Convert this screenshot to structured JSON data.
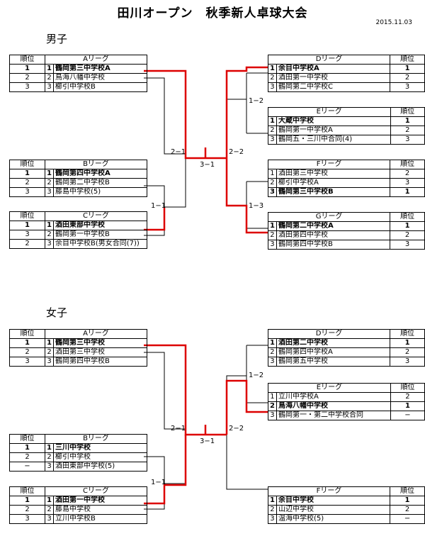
{
  "title": "田川オープン　秋季新人卓球大会",
  "date": "2015.11.03",
  "rank_header": "順位",
  "sections": [
    {
      "label": "男子",
      "scores": [
        "2−1",
        "3−1",
        "2−2",
        "1−2",
        "1−1",
        "1−3"
      ],
      "leagues": [
        {
          "name": "Aリーグ",
          "rows": [
            {
              "rank": "1",
              "no": "1",
              "team": "鶴岡第三中学校A"
            },
            {
              "rank": "2",
              "no": "2",
              "team": "鳥海八幡中学校"
            },
            {
              "rank": "3",
              "no": "3",
              "team": "櫛引中学校B"
            }
          ]
        },
        {
          "name": "Bリーグ",
          "rows": [
            {
              "rank": "1",
              "no": "1",
              "team": "鶴岡第四中学校A"
            },
            {
              "rank": "2",
              "no": "2",
              "team": "鶴岡第二中学校B"
            },
            {
              "rank": "3",
              "no": "3",
              "team": "藤島中学校(5)"
            }
          ]
        },
        {
          "name": "Cリーグ",
          "rows": [
            {
              "rank": "1",
              "no": "1",
              "team": "酒田東部中学校"
            },
            {
              "rank": "3",
              "no": "2",
              "team": "鶴岡第一中学校B"
            },
            {
              "rank": "2",
              "no": "3",
              "team": "余目中学校B(男女合同(7))"
            }
          ]
        },
        {
          "name": "Dリーグ",
          "rows": [
            {
              "rank": "1",
              "no": "1",
              "team": "余目中学校A"
            },
            {
              "rank": "2",
              "no": "2",
              "team": "酒田第一中学校"
            },
            {
              "rank": "3",
              "no": "3",
              "team": "鶴岡第二中学校C"
            }
          ]
        },
        {
          "name": "Eリーグ",
          "rows": [
            {
              "rank": "1",
              "no": "1",
              "team": "大蔵中学校"
            },
            {
              "rank": "2",
              "no": "2",
              "team": "鶴岡第一中学校A"
            },
            {
              "rank": "3",
              "no": "3",
              "team": "鶴岡五・三川中合同(4)"
            }
          ]
        },
        {
          "name": "Fリーグ",
          "rows": [
            {
              "rank": "2",
              "no": "1",
              "team": "酒田第三中学校"
            },
            {
              "rank": "3",
              "no": "2",
              "team": "櫛引中学校A"
            },
            {
              "rank": "1",
              "no": "3",
              "team": "鶴岡第三中学校B"
            }
          ]
        },
        {
          "name": "Gリーグ",
          "rows": [
            {
              "rank": "1",
              "no": "1",
              "team": "鶴岡第二中学校A"
            },
            {
              "rank": "2",
              "no": "2",
              "team": "酒田第四中学校"
            },
            {
              "rank": "3",
              "no": "3",
              "team": "鶴岡第四中学校B"
            }
          ]
        }
      ]
    },
    {
      "label": "女子",
      "scores": [
        "2−1",
        "3−1",
        "2−2",
        "1−2",
        "1−1"
      ],
      "leagues": [
        {
          "name": "Aリーグ",
          "rows": [
            {
              "rank": "1",
              "no": "1",
              "team": "鶴岡第三中学校"
            },
            {
              "rank": "2",
              "no": "2",
              "team": "酒田第三中学校"
            },
            {
              "rank": "3",
              "no": "3",
              "team": "鶴岡第四中学校B"
            }
          ]
        },
        {
          "name": "Bリーグ",
          "rows": [
            {
              "rank": "1",
              "no": "1",
              "team": "三川中学校"
            },
            {
              "rank": "2",
              "no": "2",
              "team": "櫛引中学校"
            },
            {
              "rank": "−",
              "no": "3",
              "team": "酒田東部中学校(5)"
            }
          ]
        },
        {
          "name": "Cリーグ",
          "rows": [
            {
              "rank": "1",
              "no": "1",
              "team": "酒田第一中学校"
            },
            {
              "rank": "2",
              "no": "2",
              "team": "藤島中学校"
            },
            {
              "rank": "3",
              "no": "3",
              "team": "立川中学校B"
            }
          ]
        },
        {
          "name": "Dリーグ",
          "rows": [
            {
              "rank": "1",
              "no": "1",
              "team": "酒田第二中学校"
            },
            {
              "rank": "2",
              "no": "2",
              "team": "鶴岡第四中学校A"
            },
            {
              "rank": "3",
              "no": "3",
              "team": "鶴岡第五中学校"
            }
          ]
        },
        {
          "name": "Eリーグ",
          "rows": [
            {
              "rank": "2",
              "no": "1",
              "team": "立川中学校A"
            },
            {
              "rank": "1",
              "no": "2",
              "team": "鳥海八幡中学校"
            },
            {
              "rank": "−",
              "no": "3",
              "team": "鶴岡第一・第二中学校合同"
            }
          ]
        },
        {
          "name": "Fリーグ",
          "rows": [
            {
              "rank": "1",
              "no": "1",
              "team": "余目中学校"
            },
            {
              "rank": "2",
              "no": "2",
              "team": "山辺中学校"
            },
            {
              "rank": "−",
              "no": "3",
              "team": "温海中学校(5)"
            }
          ]
        }
      ]
    }
  ]
}
